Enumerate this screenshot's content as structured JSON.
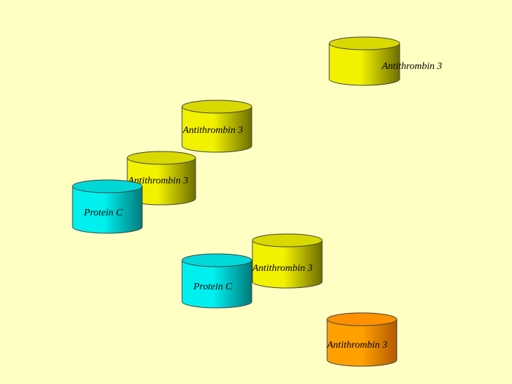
{
  "colors": {
    "background": "#FFFFC4",
    "yellow_light": "#F2F200",
    "yellow_dark": "#6E6E00",
    "yellow_top": "#D9D900",
    "cyan_light": "#00F0F0",
    "cyan_dark": "#007A7A",
    "cyan_top": "#00D8D8",
    "orange_light": "#FFA000",
    "orange_dark": "#B35A00",
    "orange_top": "#FF9000",
    "outline": "#404040"
  },
  "cylinders": [
    {
      "id": "at3-top",
      "label": "Antithrombin 3",
      "color": "yellow"
    },
    {
      "id": "at3-second",
      "label": "Antithrombin 3",
      "color": "yellow"
    },
    {
      "id": "at3-third",
      "label": "Antithrombin 3",
      "color": "yellow"
    },
    {
      "id": "protein-c-left",
      "label": "Protein C",
      "color": "cyan"
    },
    {
      "id": "at3-fourth",
      "label": "Antithrombin 3",
      "color": "yellow"
    },
    {
      "id": "protein-c-middle",
      "label": "Protein C",
      "color": "cyan"
    },
    {
      "id": "at3-orange",
      "label": "Antithrombin 3",
      "color": "orange"
    }
  ]
}
